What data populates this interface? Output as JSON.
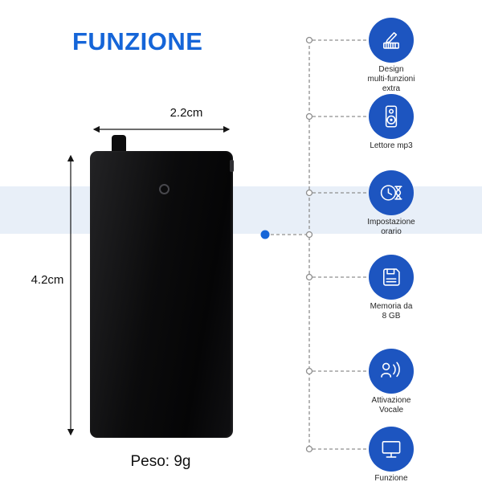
{
  "title": "FUNZIONE",
  "dimensions": {
    "width": "2.2cm",
    "height": "4.2cm",
    "weight": "Peso: 9g"
  },
  "features": [
    {
      "icon": "multi-function-design-icon",
      "label": "Design\nmulti-funzioni\nextra"
    },
    {
      "icon": "mp3-player-icon",
      "label": "Lettore mp3"
    },
    {
      "icon": "time-setting-icon",
      "label": "Impostazione\norario"
    },
    {
      "icon": "memory-icon",
      "label": "Memoria da\n8 GB"
    },
    {
      "icon": "voice-activation-icon",
      "label": "Attivazione\nVocale"
    },
    {
      "icon": "monitor-function-icon",
      "label": "Funzione\nMonitor"
    }
  ],
  "colors": {
    "accent": "#1565d8",
    "icon_blue": "#1d55c0",
    "band": "#e8eff8"
  }
}
